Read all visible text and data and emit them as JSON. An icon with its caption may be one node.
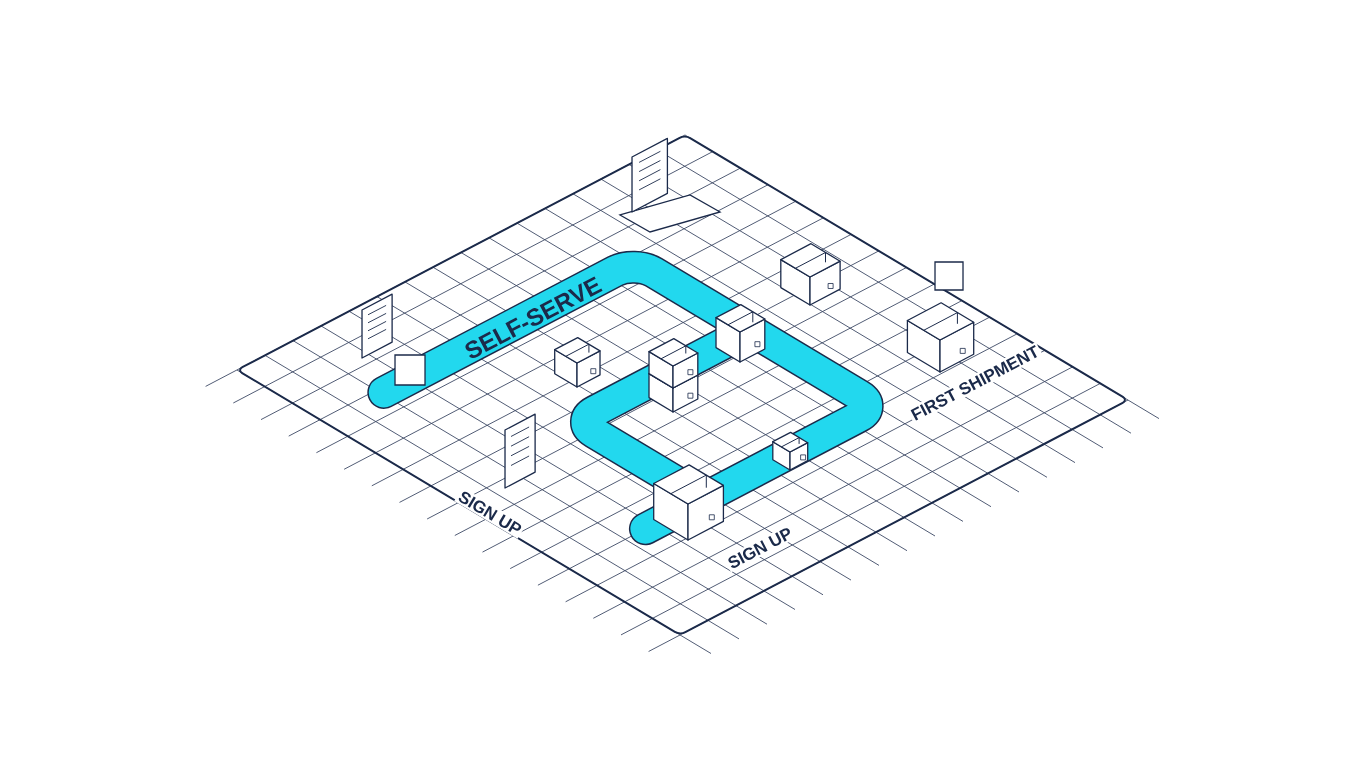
{
  "diagram": {
    "labels": [
      "SELF-SERVE",
      "FIRST SHIPMENT",
      "SIGN UP",
      "SIGN UP"
    ]
  }
}
